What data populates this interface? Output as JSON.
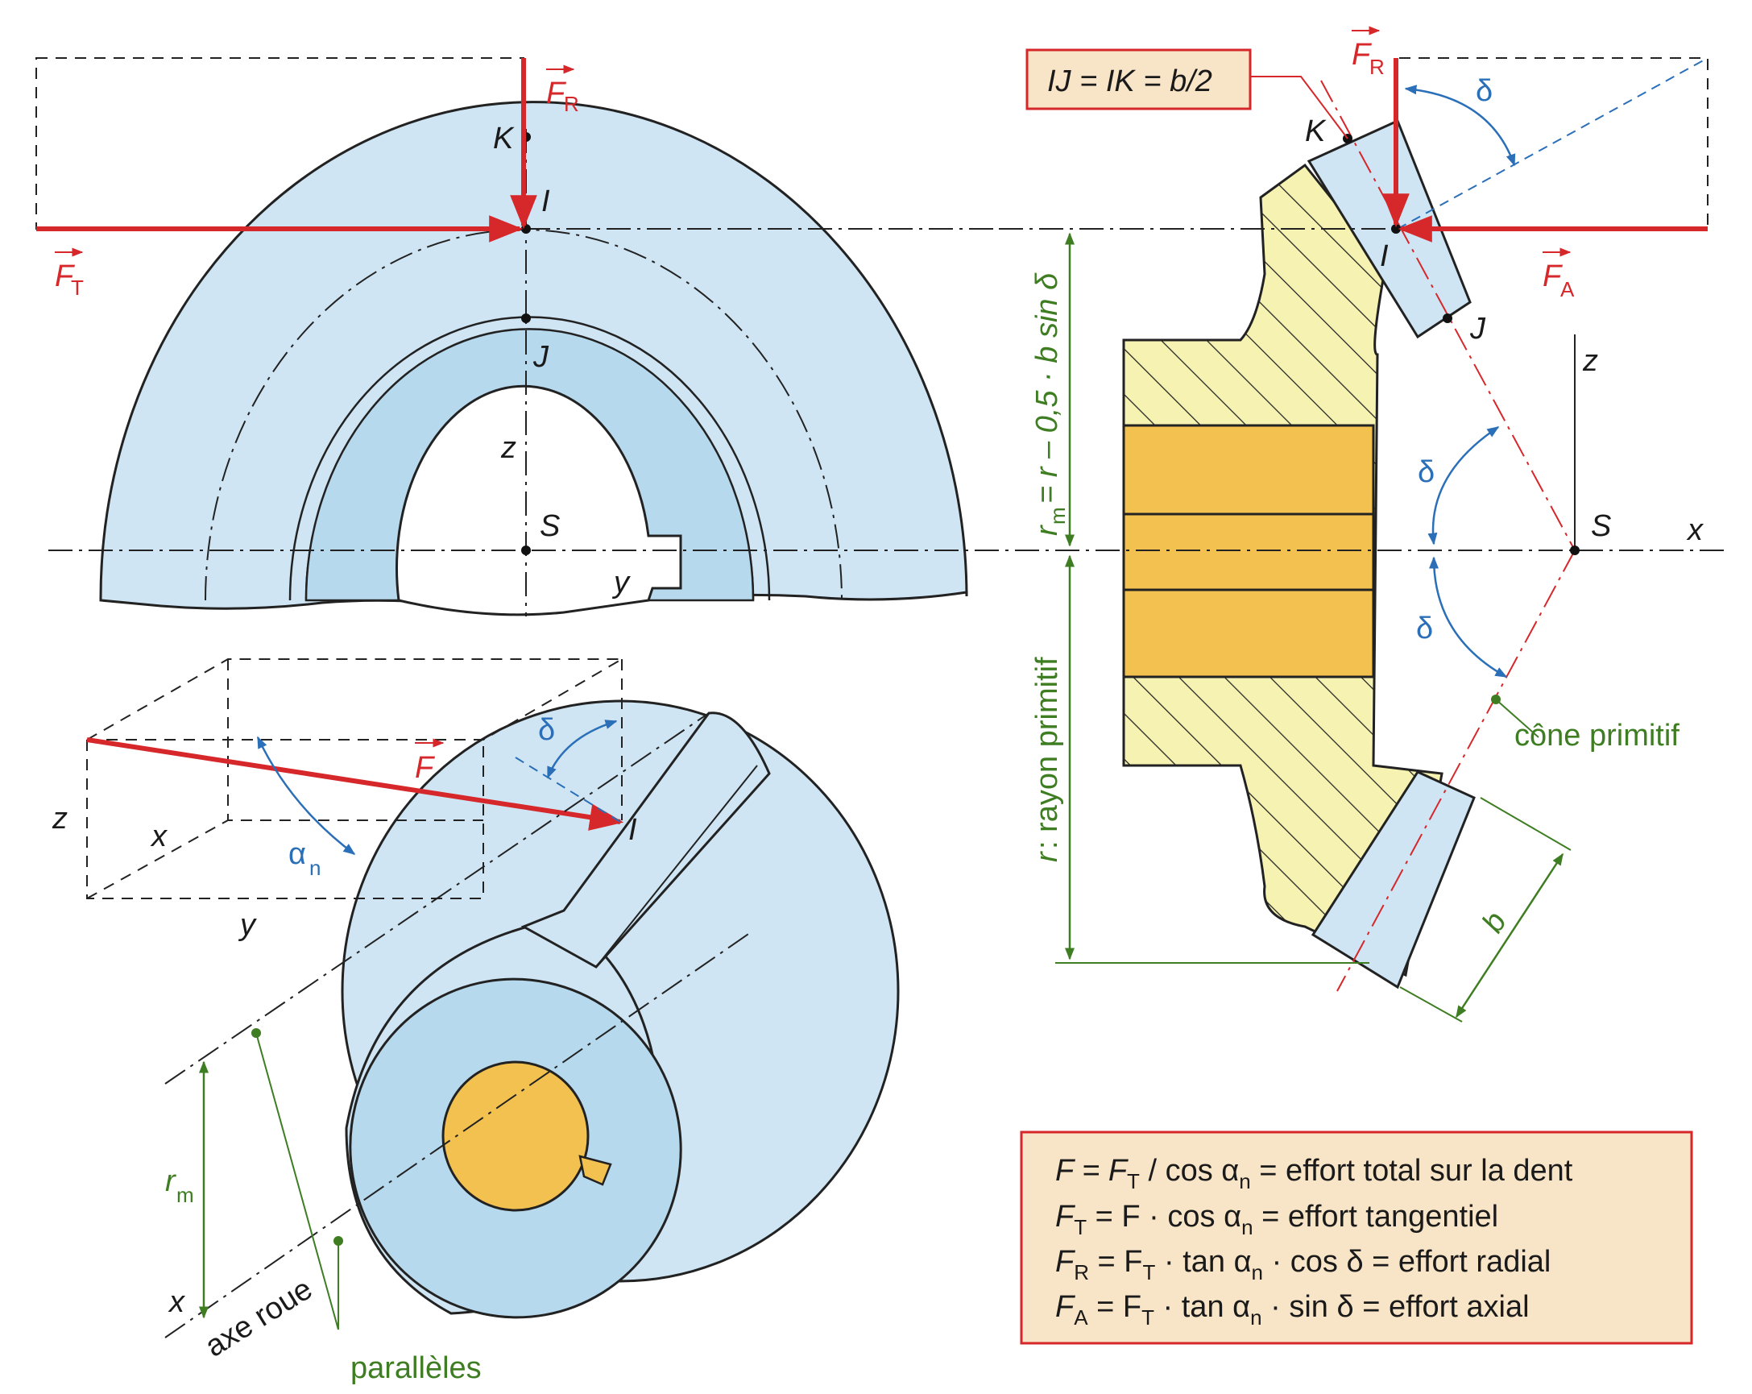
{
  "colors": {
    "gear_fill": "#cfe5f3",
    "gear_inner": "#b7d9ee",
    "hub_hatch": "#f6f2b1",
    "bore": "#f2c14f",
    "force": "#d6272a",
    "angle": "#2a6fb8",
    "dimension": "#3e7d22",
    "box_fill": "#f8e4c6",
    "box_border": "#d6272a"
  },
  "front_view": {
    "FR_main": "F",
    "FR_sub": "R",
    "FT_main": "F",
    "FT_sub": "T",
    "K": "K",
    "I": "I",
    "J": "J",
    "z": "z",
    "S": "S",
    "y": "y"
  },
  "side_view": {
    "FR_main": "F",
    "FR_sub": "R",
    "FA_main": "F",
    "FA_sub": "A",
    "K": "K",
    "I": "I",
    "J": "J",
    "z": "z",
    "S": "S",
    "x": "x",
    "delta": "δ",
    "rm_label": "r",
    "rm_sub": "m",
    "rm_formula": " = r – 0,5 · b sin δ",
    "r_label": "r",
    "r_text": " : rayon primitif",
    "b": "b",
    "cone": "cône primitif",
    "ij_box": "IJ = IK = b/2"
  },
  "iso_view": {
    "F_main": "F",
    "delta": "δ",
    "alpha": "α",
    "alpha_sub": "n",
    "I": "I",
    "z": "z",
    "x": "x",
    "y": "y",
    "rm": "r",
    "rm_sub": "m",
    "x_bottom": "x",
    "axe_roue": "axe roue",
    "paralleles": "parallèles"
  },
  "formulas": [
    {
      "lhs": "F = F",
      "lhs_sub": "T",
      "mid": " / cos α",
      "mid_sub": "n",
      "rhs": " = effort total sur la dent"
    },
    {
      "lhs": "F",
      "lhs_sub": "T",
      "mid": " = F · cos α",
      "mid_sub": "n",
      "rhs": " = effort tangentiel"
    },
    {
      "lhs": "F",
      "lhs_sub": "R",
      "mid": " = F",
      "mid_sub": "T",
      "rhs": " · tan α",
      "rhs_sub": "n",
      "tail": " · cos δ = effort radial"
    },
    {
      "lhs": "F",
      "lhs_sub": "A",
      "mid": " = F",
      "mid_sub": "T",
      "rhs": " · tan α",
      "rhs_sub": "n",
      "tail": " · sin δ = effort axial"
    }
  ]
}
